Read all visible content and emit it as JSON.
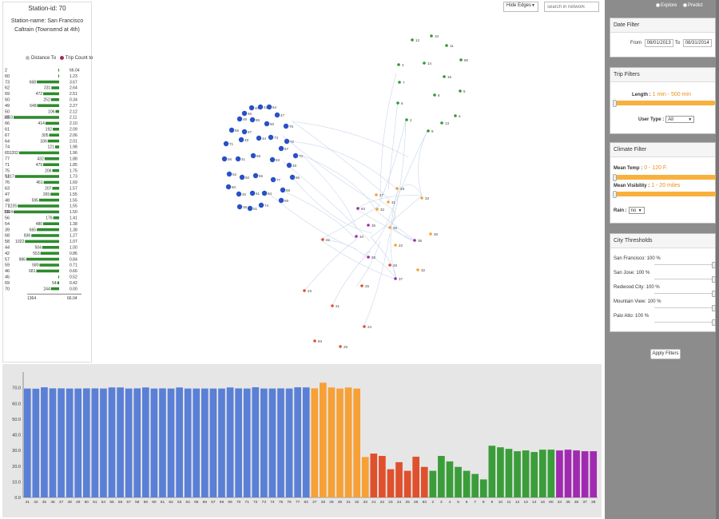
{
  "station": {
    "id_label": "Station-id: 70",
    "name_label": "Station-name: San Francisco Caltrain (Townsend at 4th)"
  },
  "left_legend": {
    "distance": "Distance To",
    "trip": "Trip Count to",
    "axis_left": "1364",
    "axis_right": "66.04"
  },
  "left_rows": [
    {
      "id": "2",
      "count": "",
      "dist": "66.04",
      "w": 0
    },
    {
      "id": "60",
      "count": "",
      "dist": "1.23",
      "w": 0.01
    },
    {
      "id": "73",
      "count": "668",
      "dist": "3.67",
      "w": 0.49
    },
    {
      "id": "62",
      "count": "231",
      "dist": "2.64",
      "w": 0.17
    },
    {
      "id": "69",
      "count": "472",
      "dist": "2.51",
      "w": 0.35
    },
    {
      "id": "50",
      "count": "252",
      "dist": "0.34",
      "w": 0.18
    },
    {
      "id": "49",
      "count": "648",
      "dist": "2.27",
      "w": 0.48
    },
    {
      "id": "50",
      "count": "106",
      "dist": "2.12",
      "w": 0.08
    },
    {
      "id": "41",
      "count": "1363",
      "dist": "2.11",
      "w": 1.0
    },
    {
      "id": "66",
      "count": "414",
      "dist": "2.10",
      "w": 0.3
    },
    {
      "id": "61",
      "count": "192",
      "dist": "2.09",
      "w": 0.14
    },
    {
      "id": "67",
      "count": "305",
      "dist": "2.06",
      "w": 0.22
    },
    {
      "id": "64",
      "count": "336",
      "dist": "2.01",
      "w": 0.25
    },
    {
      "id": "74",
      "count": "121",
      "dist": "1.98",
      "w": 0.09
    },
    {
      "id": "65",
      "count": "1202",
      "dist": "1.96",
      "w": 0.88
    },
    {
      "id": "77",
      "count": "432",
      "dist": "1.88",
      "w": 0.32
    },
    {
      "id": "71",
      "count": "479",
      "dist": "1.85",
      "w": 0.35
    },
    {
      "id": "75",
      "count": "206",
      "dist": "1.75",
      "w": 0.15
    },
    {
      "id": "51",
      "count": "1317",
      "dist": "1.73",
      "w": 0.97
    },
    {
      "id": "76",
      "count": "461",
      "dist": "1.69",
      "w": 0.34
    },
    {
      "id": "63",
      "count": "207",
      "dist": "1.57",
      "w": 0.15
    },
    {
      "id": "47",
      "count": "265",
      "dist": "1.55",
      "w": 0.19
    },
    {
      "id": "48",
      "count": "595",
      "dist": "1.55",
      "w": 0.44
    },
    {
      "id": "77",
      "count": "1235",
      "dist": "1.55",
      "w": 0.91
    },
    {
      "id": "55",
      "count": "1364",
      "dist": "1.50",
      "w": 1.0
    },
    {
      "id": "56",
      "count": "176",
      "dist": "1.41",
      "w": 0.13
    },
    {
      "id": "54",
      "count": "480",
      "dist": "1.38",
      "w": 0.35
    },
    {
      "id": "39",
      "count": "665",
      "dist": "1.38",
      "w": 0.49
    },
    {
      "id": "68",
      "count": "836",
      "dist": "1.27",
      "w": 0.61
    },
    {
      "id": "58",
      "count": "1022",
      "dist": "1.07",
      "w": 0.75
    },
    {
      "id": "44",
      "count": "504",
      "dist": "1.00",
      "w": 0.37
    },
    {
      "id": "42",
      "count": "553",
      "dist": "0.86",
      "w": 0.41
    },
    {
      "id": "57",
      "count": "986",
      "dist": "0.84",
      "w": 0.72
    },
    {
      "id": "59",
      "count": "580",
      "dist": "0.71",
      "w": 0.43
    },
    {
      "id": "46",
      "count": "681",
      "dist": "0.66",
      "w": 0.5
    },
    {
      "id": "45",
      "count": "",
      "dist": "0.52",
      "w": 0.01
    },
    {
      "id": "69",
      "count": "54",
      "dist": "0.42",
      "w": 0.04
    },
    {
      "id": "70",
      "count": "244",
      "dist": "0.00",
      "w": 0.18
    }
  ],
  "network_controls": {
    "hide_edges": "Hide Edges",
    "search_placeholder": "search in network"
  },
  "mode": {
    "explore": "Explore",
    "predict": "Predict"
  },
  "date_filter": {
    "title": "Date Filter",
    "from_label": "From",
    "from": "08/01/2013",
    "to_label": "To",
    "to": "08/31/2014"
  },
  "trip_filters": {
    "title": "Trip Filters",
    "length_label": "Length :",
    "length_value": "1 min - 500 min",
    "user_type_label": "User Type :",
    "user_type": "All"
  },
  "climate_filter": {
    "title": "Climate Filter",
    "temp_label": "Mean Temp :",
    "temp_value": "0 - 120 F.",
    "vis_label": "Mean Visibility :",
    "vis_value": "1 - 20 miles",
    "rain_label": "Rain :",
    "rain": "no"
  },
  "city_thresholds": {
    "title": "City Thresholds",
    "cities": [
      "San Francisco: 100 %",
      "San Jose: 100 %",
      "Redwood City: 100 %",
      "Mountain View: 100 %",
      "Palo Alto: 100 %"
    ]
  },
  "apply_button": "Apply Filters",
  "colors": {
    "sf": "#5a7fd6",
    "orange": "#f7a035",
    "red": "#e0502c",
    "green": "#3a9d3a",
    "purple": "#a02bb0"
  },
  "chart_data": {
    "type": "bar",
    "ylim": [
      0,
      80
    ],
    "yticks": [
      "0.0",
      "10.0",
      "20.0",
      "30.0",
      "40.0",
      "50.0",
      "60.0",
      "70.0"
    ],
    "categories": [
      "41",
      "42",
      "45",
      "46",
      "47",
      "48",
      "49",
      "50",
      "51",
      "54",
      "55",
      "56",
      "57",
      "58",
      "59",
      "60",
      "61",
      "62",
      "63",
      "64",
      "65",
      "66",
      "67",
      "68",
      "69",
      "70",
      "71",
      "72",
      "73",
      "74",
      "75",
      "76",
      "77",
      "82",
      "27",
      "28",
      "29",
      "30",
      "31",
      "32",
      "33",
      "21",
      "22",
      "23",
      "24",
      "25",
      "26",
      "83",
      "2",
      "3",
      "4",
      "5",
      "6",
      "7",
      "8",
      "9",
      "10",
      "11",
      "12",
      "13",
      "14",
      "16",
      "80",
      "34",
      "35",
      "36",
      "37",
      "38"
    ],
    "values": [
      69.5,
      69.4,
      70.3,
      69.6,
      69.6,
      69.5,
      69.5,
      69.6,
      69.6,
      69.5,
      70.2,
      70.2,
      69.5,
      69.6,
      70.2,
      69.5,
      69.6,
      69.5,
      70.2,
      69.5,
      69.5,
      69.5,
      69.5,
      69.5,
      70.2,
      69.6,
      69.5,
      70.3,
      69.5,
      69.5,
      69.6,
      69.5,
      70.3,
      70.2,
      69.6,
      73.2,
      70.2,
      69.5,
      70.2,
      69.5,
      25.8,
      28.0,
      26.5,
      18.0,
      22.5,
      17.0,
      26.0,
      19.5,
      17.0,
      26.5,
      23.0,
      19.5,
      17.0,
      15.0,
      11.5,
      33.0,
      32.0,
      31.0,
      29.5,
      30.0,
      29.0,
      30.5,
      30.5,
      30.0,
      30.5,
      30.0,
      29.5,
      29.5
    ],
    "colors": [
      "sf",
      "sf",
      "sf",
      "sf",
      "sf",
      "sf",
      "sf",
      "sf",
      "sf",
      "sf",
      "sf",
      "sf",
      "sf",
      "sf",
      "sf",
      "sf",
      "sf",
      "sf",
      "sf",
      "sf",
      "sf",
      "sf",
      "sf",
      "sf",
      "sf",
      "sf",
      "sf",
      "sf",
      "sf",
      "sf",
      "sf",
      "sf",
      "sf",
      "sf",
      "orange",
      "orange",
      "orange",
      "orange",
      "orange",
      "orange",
      "orange",
      "red",
      "red",
      "red",
      "red",
      "red",
      "red",
      "red",
      "green",
      "green",
      "green",
      "green",
      "green",
      "green",
      "green",
      "green",
      "green",
      "green",
      "green",
      "green",
      "green",
      "green",
      "green",
      "purple",
      "purple",
      "purple",
      "purple",
      "purple"
    ]
  }
}
